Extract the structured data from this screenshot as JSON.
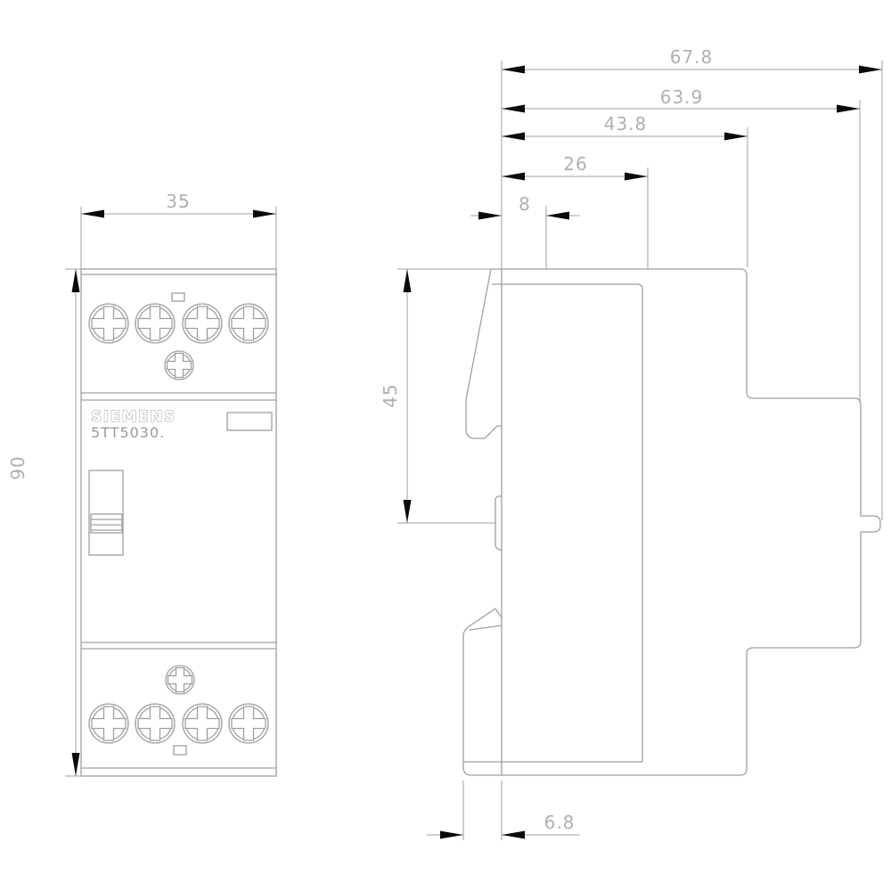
{
  "drawing": {
    "brand_label": "SIEMENS",
    "model_label": "5TT5030.",
    "front_view": {
      "width_mm": "35",
      "height_mm": "90"
    },
    "side_view": {
      "total_depth_mm": "67.8",
      "body_depth_mm": "63.9",
      "upper_depth_mm": "43.8",
      "front_section_depth_mm": "26",
      "top_recess_depth_mm": "8",
      "upper_height_mm": "45",
      "rail_foot_offset_mm": "6.8"
    },
    "colors": {
      "line": "#9f9f9f",
      "dim-text": "#b0b0b0",
      "arrow": "#0a0a0a",
      "background": "#ffffff"
    }
  }
}
